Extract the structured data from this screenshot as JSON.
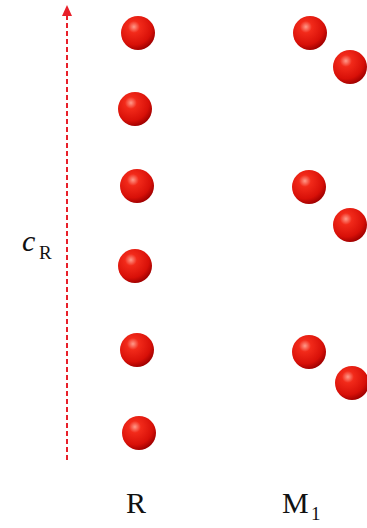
{
  "diagram": {
    "labels": [
      "c",
      "R",
      "R",
      "M",
      "1"
    ]
  }
}
